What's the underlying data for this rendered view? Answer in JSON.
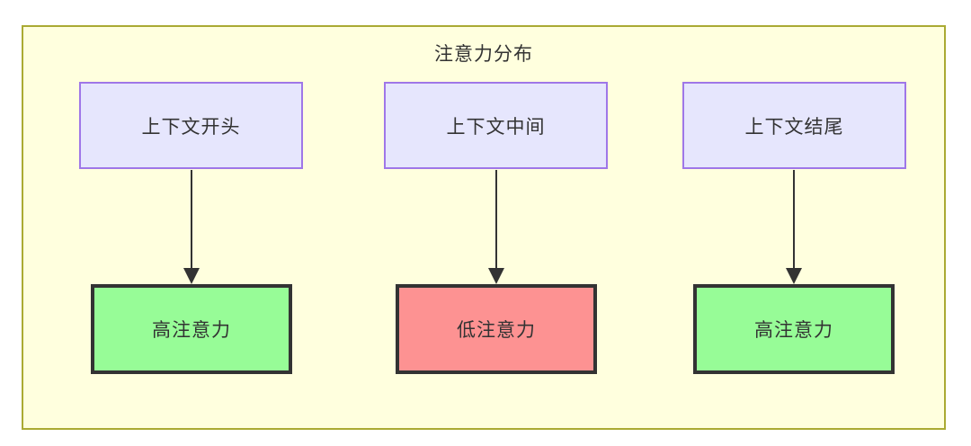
{
  "diagram": {
    "title": "注意力分布",
    "container": {
      "fill": "#ffffde",
      "stroke": "#aaaa33"
    },
    "columns": [
      {
        "id": "col1",
        "context": {
          "label": "上下文开头",
          "fill": "#e6e6fd",
          "stroke": "#9f77e8"
        },
        "result": {
          "label": "高注意力",
          "level": "high",
          "fill": "#97fc97",
          "stroke": "#333333"
        },
        "edge": {
          "from": "上下文开头",
          "to": "高注意力"
        }
      },
      {
        "id": "col2",
        "context": {
          "label": "上下文中间",
          "fill": "#e6e6fd",
          "stroke": "#9f77e8"
        },
        "result": {
          "label": "低注意力",
          "level": "low",
          "fill": "#fd9292",
          "stroke": "#333333"
        },
        "edge": {
          "from": "上下文中间",
          "to": "低注意力"
        }
      },
      {
        "id": "col3",
        "context": {
          "label": "上下文结尾",
          "fill": "#e6e6fd",
          "stroke": "#9f77e8"
        },
        "result": {
          "label": "高注意力",
          "level": "high",
          "fill": "#97fc97",
          "stroke": "#333333"
        },
        "edge": {
          "from": "上下文结尾",
          "to": "高注意力"
        }
      }
    ]
  }
}
